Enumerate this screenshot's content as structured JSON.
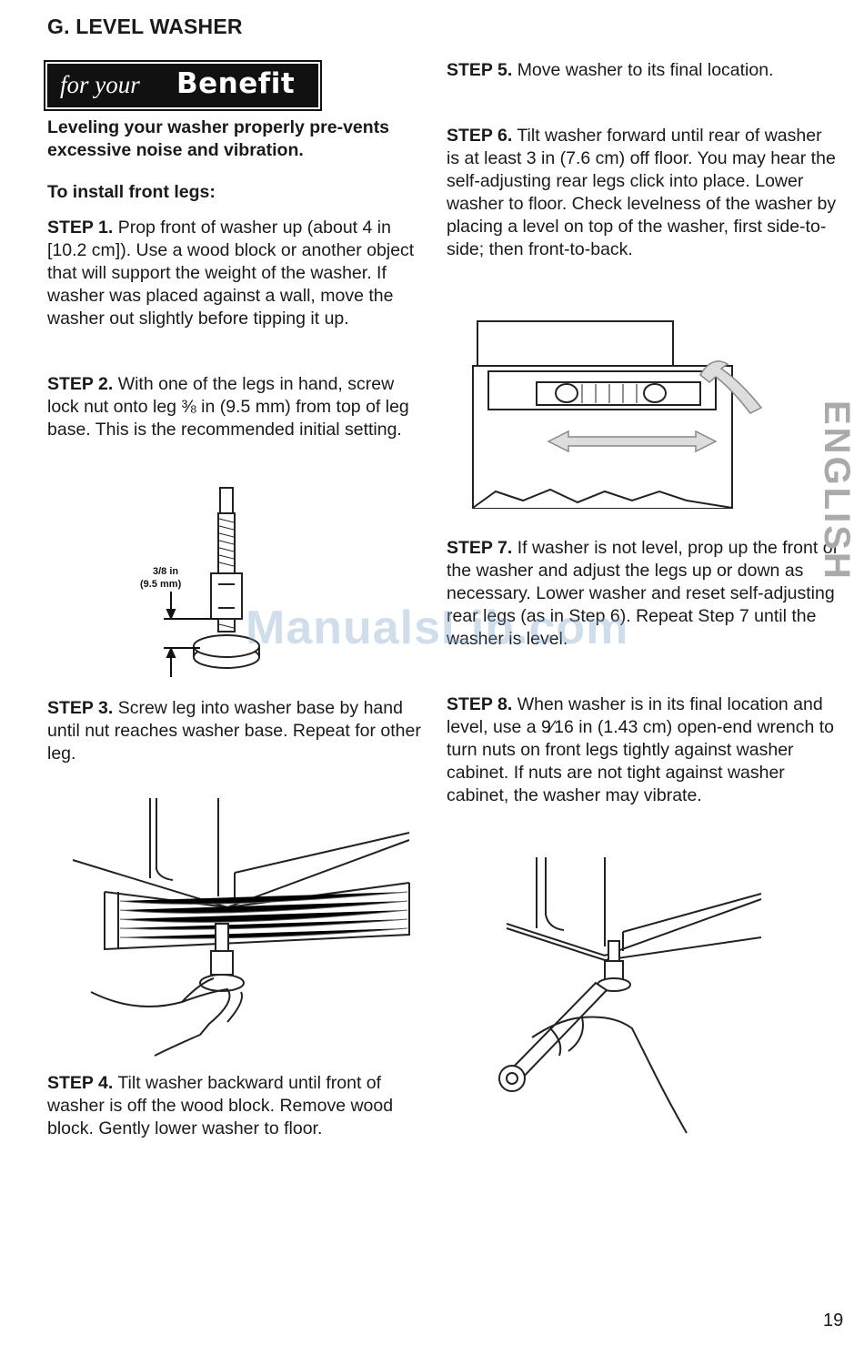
{
  "section": {
    "title": "G. LEVEL WASHER"
  },
  "benefit": {
    "for_your": "for your",
    "benefit": "Benefit"
  },
  "intro": "Leveling your washer properly pre-vents excessive noise and vibration.",
  "subhead": "To install front legs:",
  "steps": [
    {
      "label": "STEP 1.",
      "text": "Prop front of washer up (about 4 in [10.2 cm]). Use a wood block or another object that will support the weight of the washer. If washer was placed against a wall, move the washer out slightly before tipping it up."
    },
    {
      "label": "STEP 2.",
      "text": "With one of the legs in hand, screw lock nut onto leg ⅜ in (9.5 mm) from top of leg base. This is the recommended initial setting."
    },
    {
      "label": "STEP 3.",
      "text": "Screw leg into washer base by hand until nut reaches washer base. Repeat for other leg."
    },
    {
      "label": "STEP 4.",
      "text": "Tilt washer backward until front of washer is off the wood block. Remove wood block. Gently lower washer to floor."
    },
    {
      "label": "STEP 5.",
      "text": "Move washer to its final location."
    },
    {
      "label": "STEP 6.",
      "text": "Tilt washer forward until rear of washer is at least 3 in (7.6 cm) off floor. You may hear the self-adjusting rear legs click into place. Lower washer to floor. Check levelness of the washer by placing a level on top of the washer, first side-to-side; then front-to-back."
    },
    {
      "label": "STEP 7.",
      "text": "If washer is not level, prop up the front of the washer and adjust the legs up or down as necessary. Lower washer and reset self-adjusting rear legs (as in Step 6). Repeat Step 7 until the washer is level."
    },
    {
      "label": "STEP 8.",
      "text": "When washer is in its final location and level, use a 9⁄16 in (1.43 cm) open-end wrench to turn nuts on front legs tightly against washer cabinet. If nuts are not tight against washer cabinet, the washer may vibrate."
    }
  ],
  "leg_diagram": {
    "dim_in": "3/8 in",
    "dim_mm": "(9.5 mm)"
  },
  "side_tab": "ENGLISH",
  "watermark": "ManualsLib.com",
  "page_number": "19"
}
